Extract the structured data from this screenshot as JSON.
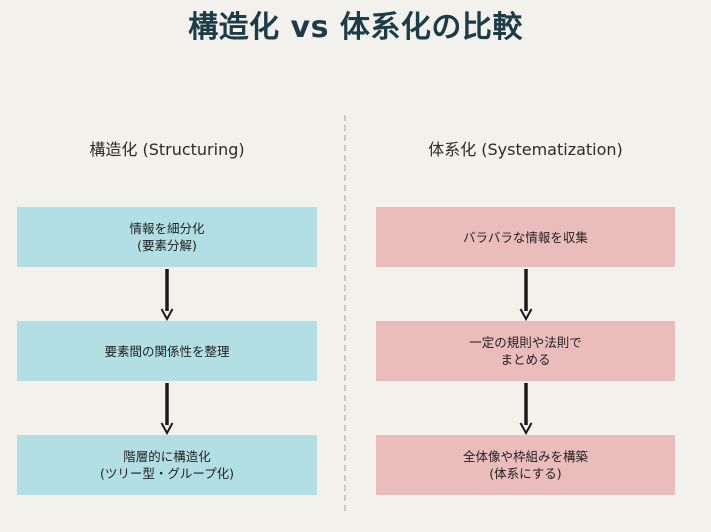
{
  "title": "構造化 vs 体系化の比較",
  "colors": {
    "background": "#f2f1ec",
    "title": "#1c3c47",
    "left_box": "#b2dfe3",
    "right_box": "#ebbcbc",
    "arrow": "#1a1a1a",
    "divider": "#c9c9c2",
    "text": "#222222"
  },
  "divider": {
    "style": "dashed-vertical"
  },
  "columns": [
    {
      "id": "structuring",
      "heading": "構造化 (Structuring)",
      "steps": [
        {
          "text": "情報を細分化\n(要素分解)"
        },
        {
          "text": "要素間の関係性を整理"
        },
        {
          "text": "階層的に構造化\n(ツリー型・グループ化)"
        }
      ],
      "arrows": [
        {
          "name": "down-arrow-icon"
        },
        {
          "name": "down-arrow-icon"
        }
      ]
    },
    {
      "id": "systematization",
      "heading": "体系化 (Systematization)",
      "steps": [
        {
          "text": "バラバラな情報を収集"
        },
        {
          "text": "一定の規則や法則で\nまとめる"
        },
        {
          "text": "全体像や枠組みを構築\n(体系にする)"
        }
      ],
      "arrows": [
        {
          "name": "down-arrow-icon"
        },
        {
          "name": "down-arrow-icon"
        }
      ]
    }
  ]
}
